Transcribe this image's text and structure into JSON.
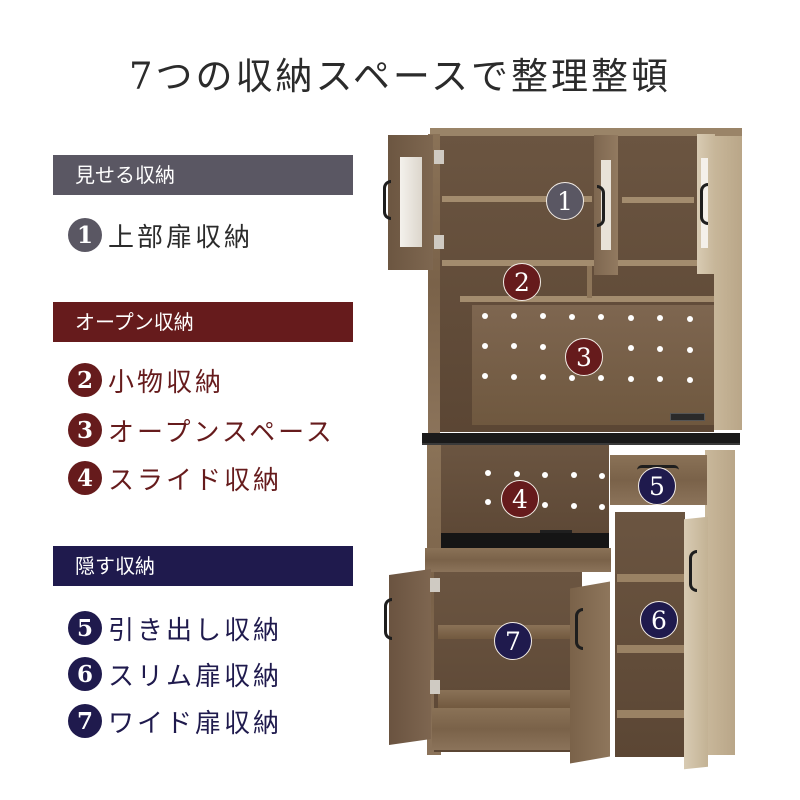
{
  "title": "7つの収納スペースで整理整頓",
  "colors": {
    "show": "#5a5763",
    "open": "#661b1c",
    "hide": "#1f1a4d",
    "title_text": "#2b2b2b"
  },
  "sections": [
    {
      "label": "見せる収納",
      "color": "#5a5763",
      "items": [
        {
          "num": "1",
          "label": "上部扉収納"
        }
      ]
    },
    {
      "label": "オープン収納",
      "color": "#661b1c",
      "items": [
        {
          "num": "2",
          "label": "小物収納"
        },
        {
          "num": "3",
          "label": "オープンスペース"
        },
        {
          "num": "4",
          "label": "スライド収納"
        }
      ]
    },
    {
      "label": "隠す収納",
      "color": "#1f1a4d",
      "items": [
        {
          "num": "5",
          "label": "引き出し収納"
        },
        {
          "num": "6",
          "label": "スリム扉収納"
        },
        {
          "num": "7",
          "label": "ワイド扉収納"
        }
      ]
    }
  ],
  "cabinet_badges": [
    "1",
    "2",
    "3",
    "4",
    "5",
    "6",
    "7"
  ]
}
